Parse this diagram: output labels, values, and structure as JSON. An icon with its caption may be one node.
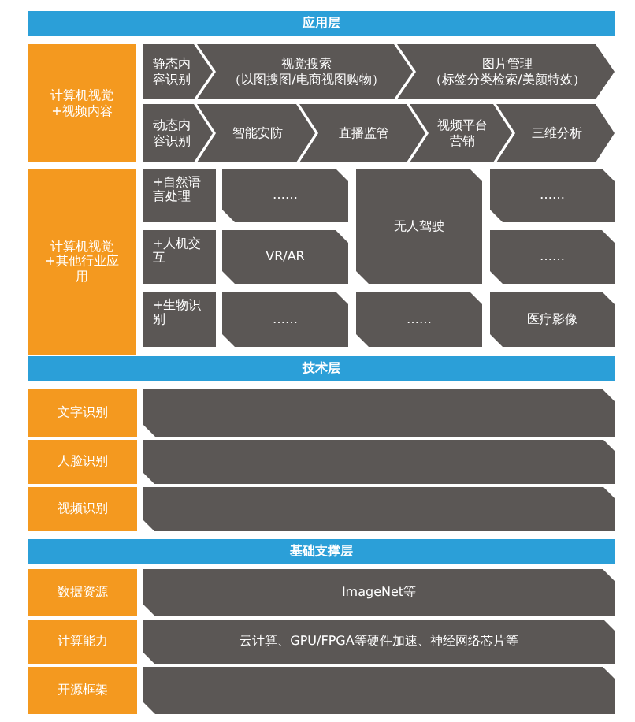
{
  "diagram": {
    "nodes": [
      {
        "text": [
          "应用层"
        ]
      },
      {
        "text": [
          "计算机视觉+视频内容"
        ]
      },
      {
        "text": [
          "静态内容识别"
        ]
      },
      {
        "text": [
          "视觉搜索",
          "（以图搜图/电商视图购物）"
        ]
      },
      {
        "text": [
          "图片管理",
          "（标签分类检索/美颜特效）"
        ]
      },
      {
        "text": [
          "动态内容识别"
        ]
      },
      {
        "text": [
          "智能安防"
        ]
      },
      {
        "text": [
          "直播监管"
        ]
      },
      {
        "text": [
          "视频平台营销"
        ]
      },
      {
        "text": [
          "三维分析"
        ]
      },
      {
        "text": [
          "计算机视觉+其他行业应用"
        ]
      },
      {
        "text": [
          "+自然语言处理"
        ]
      },
      {
        "text": [
          "……"
        ]
      },
      {
        "text": [
          "无人驾驶"
        ]
      },
      {
        "text": [
          "……"
        ]
      },
      {
        "text": [
          "+人机交互"
        ]
      },
      {
        "text": [
          "VR/AR"
        ]
      },
      {
        "text": [
          "……"
        ]
      },
      {
        "text": [
          "+生物识别"
        ]
      },
      {
        "text": [
          "……"
        ]
      },
      {
        "text": [
          "……"
        ]
      },
      {
        "text": [
          "医疗影像"
        ]
      },
      {
        "text": [
          "技术层"
        ]
      },
      {
        "text": [
          "文字识别"
        ]
      },
      {
        "text": [],
        "shape": "box"
      },
      {
        "text": [
          "人脸识别"
        ]
      },
      {
        "text": [],
        "shape": "box"
      },
      {
        "text": [
          "视频识别"
        ]
      },
      {
        "text": [],
        "shape": "box"
      },
      {
        "text": [
          "基础支撑层"
        ]
      },
      {
        "text": [
          "数据资源"
        ]
      },
      {
        "text": [
          "ImageNet等"
        ]
      },
      {
        "text": [
          "计算能力"
        ]
      },
      {
        "text": [
          "云计算、GPU/FPGA等硬件加速、神经网络芯片等"
        ]
      },
      {
        "text": [
          "开源框架"
        ]
      },
      {
        "text": [],
        "shape": "box"
      }
    ]
  }
}
